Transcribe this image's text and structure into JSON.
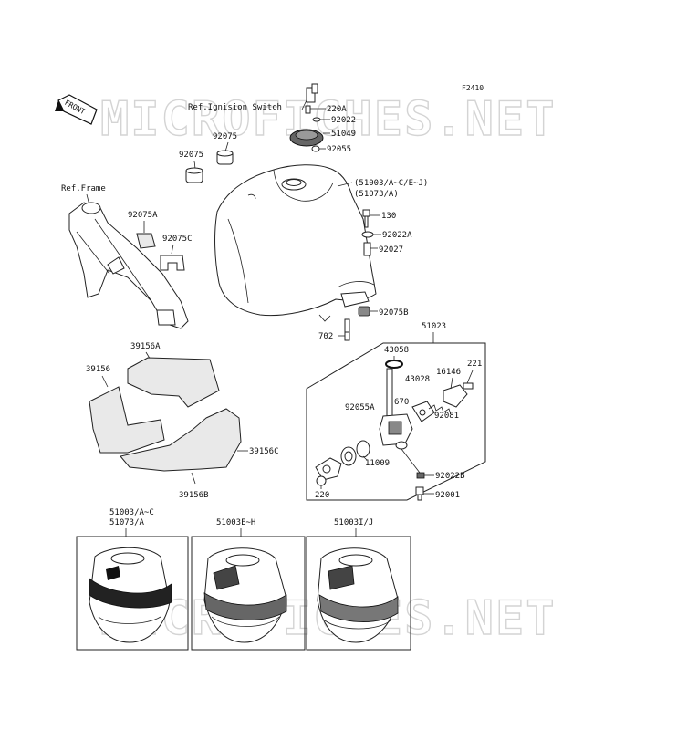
{
  "figure_code": "F2410",
  "front_label": "FRONT",
  "watermark": "MICROFICHES.NET",
  "refs": {
    "ignition_switch": "Ref.Ignision Switch",
    "frame": "Ref.Frame"
  },
  "parts": {
    "p220A": "220A",
    "p92022": "92022",
    "p51049": "51049",
    "p92055": "92055",
    "p92075_top": "92075",
    "p92075_left": "92075",
    "tank_code_1": "(51003/A~C/E~J)",
    "tank_code_2": "(51073/A)",
    "p130": "130",
    "p92022A": "92022A",
    "p92027": "92027",
    "p92075A": "92075A",
    "p92075C": "92075C",
    "p92075B": "92075B",
    "p702": "702",
    "p51023": "51023",
    "p43058": "43058",
    "p43028": "43028",
    "p16146": "16146",
    "p221": "221",
    "p670": "670",
    "p92055A": "92055A",
    "p92081": "92081",
    "p11009": "11009",
    "p92022B": "92022B",
    "p220": "220",
    "p92001": "92001",
    "p39156A": "39156A",
    "p39156": "39156",
    "p39156C": "39156C",
    "p39156B": "39156B"
  },
  "variants": [
    {
      "line1": "51003/A~C",
      "line2": "51073/A"
    },
    {
      "line1": "51003E~H",
      "line2": ""
    },
    {
      "line1": "51003I/J",
      "line2": ""
    }
  ]
}
